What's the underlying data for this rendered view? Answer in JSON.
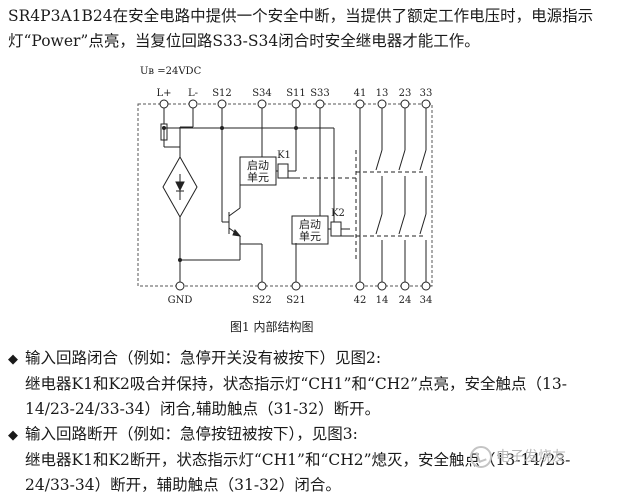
{
  "intro": "SR4P3A1B24在安全电路中提供一个安全中断，当提供了额定工作电压时，电源指示灯“Power”点亮，当复位回路S33-S34闭合时安全继电器才能工作。",
  "diagram": {
    "supply_label": "Uʙ =24VDC",
    "top_terminals": [
      "L+",
      "L-",
      "S12",
      "S34",
      "S11",
      "S33",
      "41",
      "13",
      "23",
      "33"
    ],
    "bottom_terminals": [
      "GND",
      "S22",
      "S21",
      "42",
      "14",
      "24",
      "34"
    ],
    "relay1": {
      "name": "K1",
      "line1": "启动",
      "line2": "单元"
    },
    "relay2": {
      "name": "K2",
      "line1": "启动",
      "line2": "单元"
    },
    "caption": "图1 内部结构图"
  },
  "bullets": [
    {
      "marker": "◆",
      "heading": "输入回路闭合（例如：急停开关没有被按下）见图2:",
      "detail": "继电器K1和K2吸合并保持，状态指示灯“CH1”和“CH2”点亮，安全触点（13-14/23-24/33-34）闭合,辅助触点（31-32）断开。"
    },
    {
      "marker": "◆",
      "heading": "输入回路断开（例如：急停按钮被按下），见图3:",
      "detail": "继电器K1和K2断开，状态指示灯“CH1”和“CH2”熄灭，安全触点（13-14/23-24/33-34）断开，辅助触点（31-32）闭合。"
    }
  ],
  "watermark": "电子发烧友"
}
